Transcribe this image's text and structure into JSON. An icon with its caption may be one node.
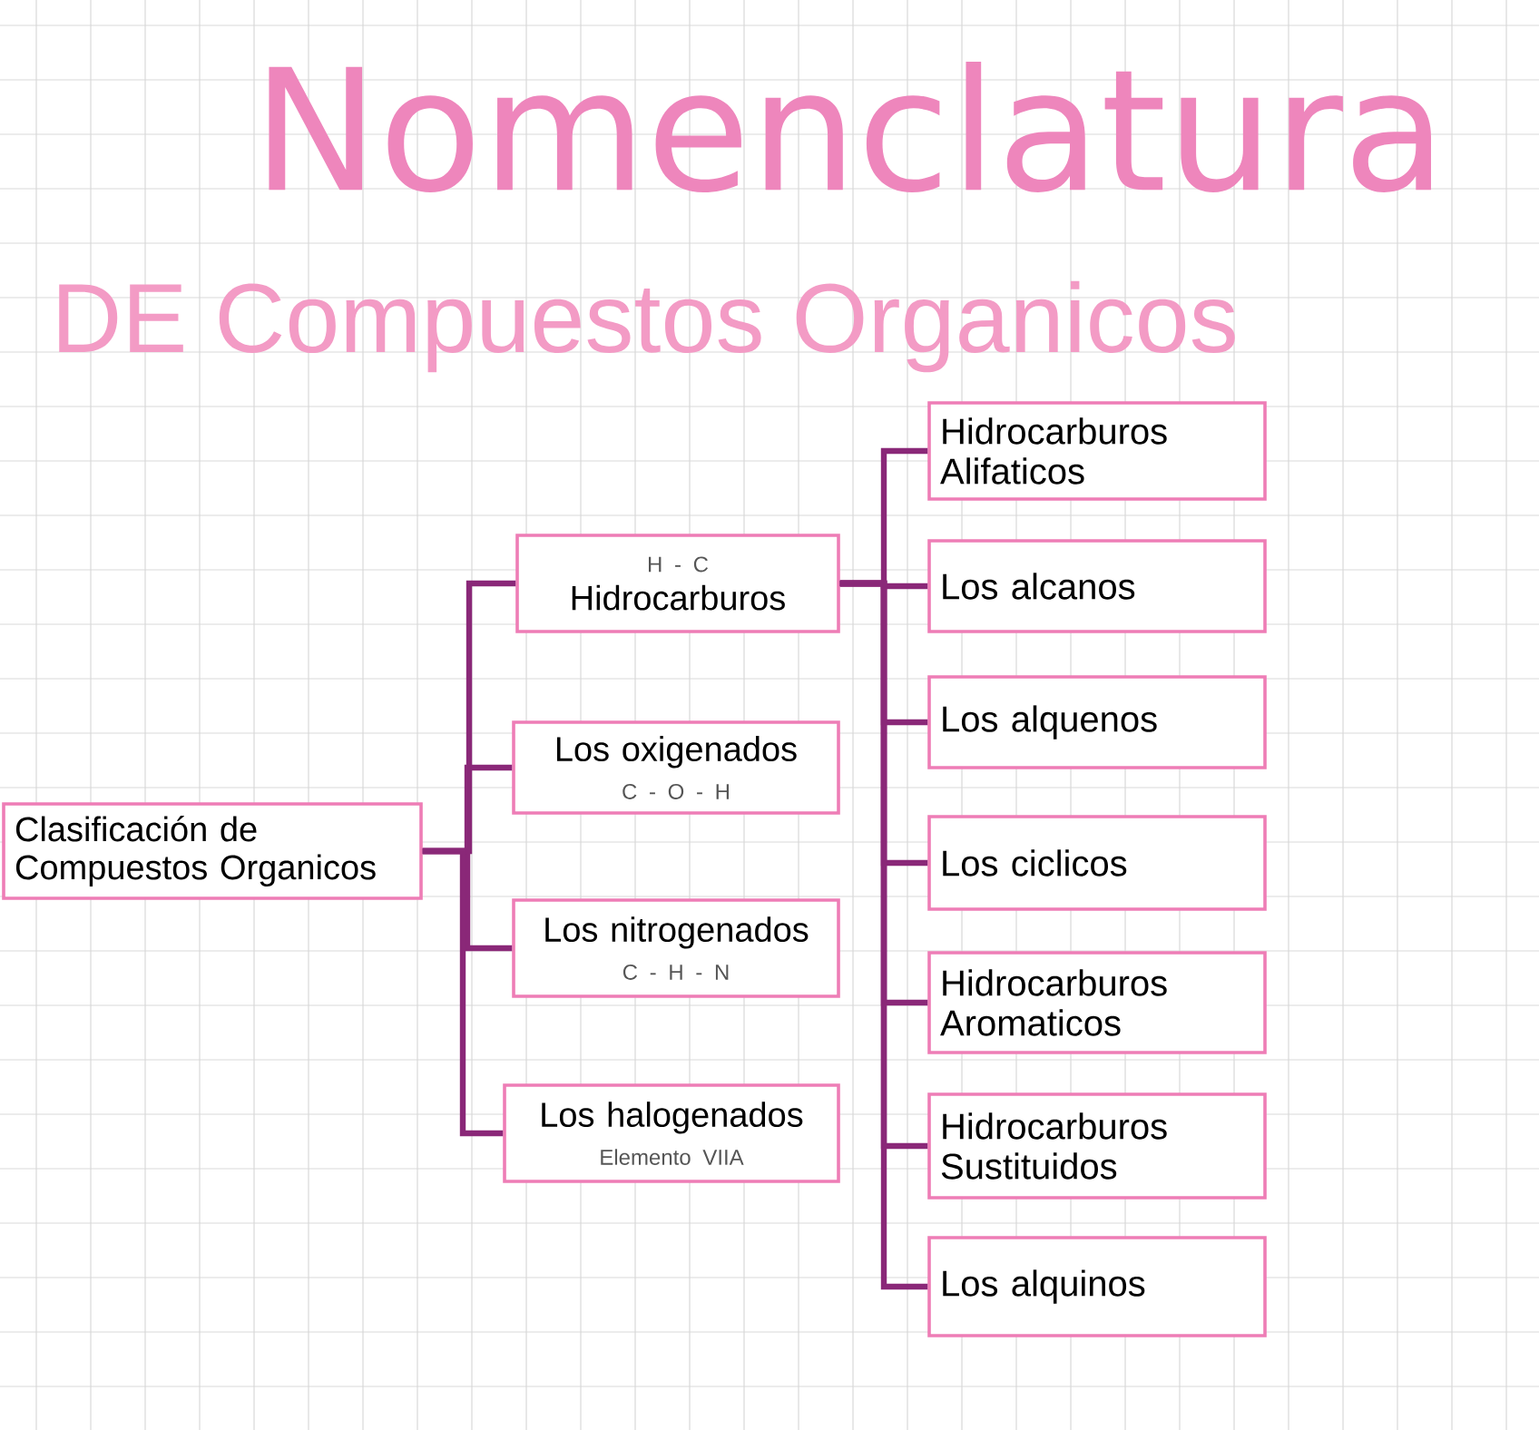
{
  "diagram": {
    "title": "Nomenclatura",
    "nodes": [
      {
        "text": [
          "Clasificación de Compuestos Organicos"
        ]
      },
      {
        "text": [
          "H - C",
          "Hidrocarburos"
        ]
      },
      {
        "text": [
          "Los oxigenados",
          "C - O - H"
        ]
      },
      {
        "text": [
          "Los nitrogenados",
          "C - H - N"
        ]
      },
      {
        "text": [
          "Los halogenados",
          "Elemento VIIA"
        ]
      },
      {
        "text": [
          "Hidrocarburos Alifaticos"
        ]
      },
      {
        "text": [
          "Los alcanos"
        ]
      },
      {
        "text": [
          "Los alquenos"
        ]
      },
      {
        "text": [
          "Los ciclicos"
        ]
      },
      {
        "text": [
          "Hidrocarburos Aromaticos"
        ]
      },
      {
        "text": [
          "Hidrocarburos Sustituidos"
        ]
      },
      {
        "text": [
          "Los alquinos"
        ]
      }
    ],
    "edges": [
      {
        "from": 0,
        "to": 1,
        "arrow": "none"
      },
      {
        "from": 0,
        "to": 2,
        "arrow": "none"
      },
      {
        "from": 0,
        "to": 3,
        "arrow": "none"
      },
      {
        "from": 0,
        "to": 4,
        "arrow": "none"
      },
      {
        "from": 1,
        "to": 5,
        "arrow": "none"
      },
      {
        "from": 1,
        "to": 6,
        "arrow": "none"
      },
      {
        "from": 1,
        "to": 7,
        "arrow": "none"
      },
      {
        "from": 1,
        "to": 8,
        "arrow": "none"
      },
      {
        "from": 1,
        "to": 9,
        "arrow": "none"
      },
      {
        "from": 1,
        "to": 10,
        "arrow": "none"
      },
      {
        "from": 1,
        "to": 11,
        "arrow": "none"
      }
    ],
    "labels": [
      "DE Compuestos Organicos"
    ]
  }
}
